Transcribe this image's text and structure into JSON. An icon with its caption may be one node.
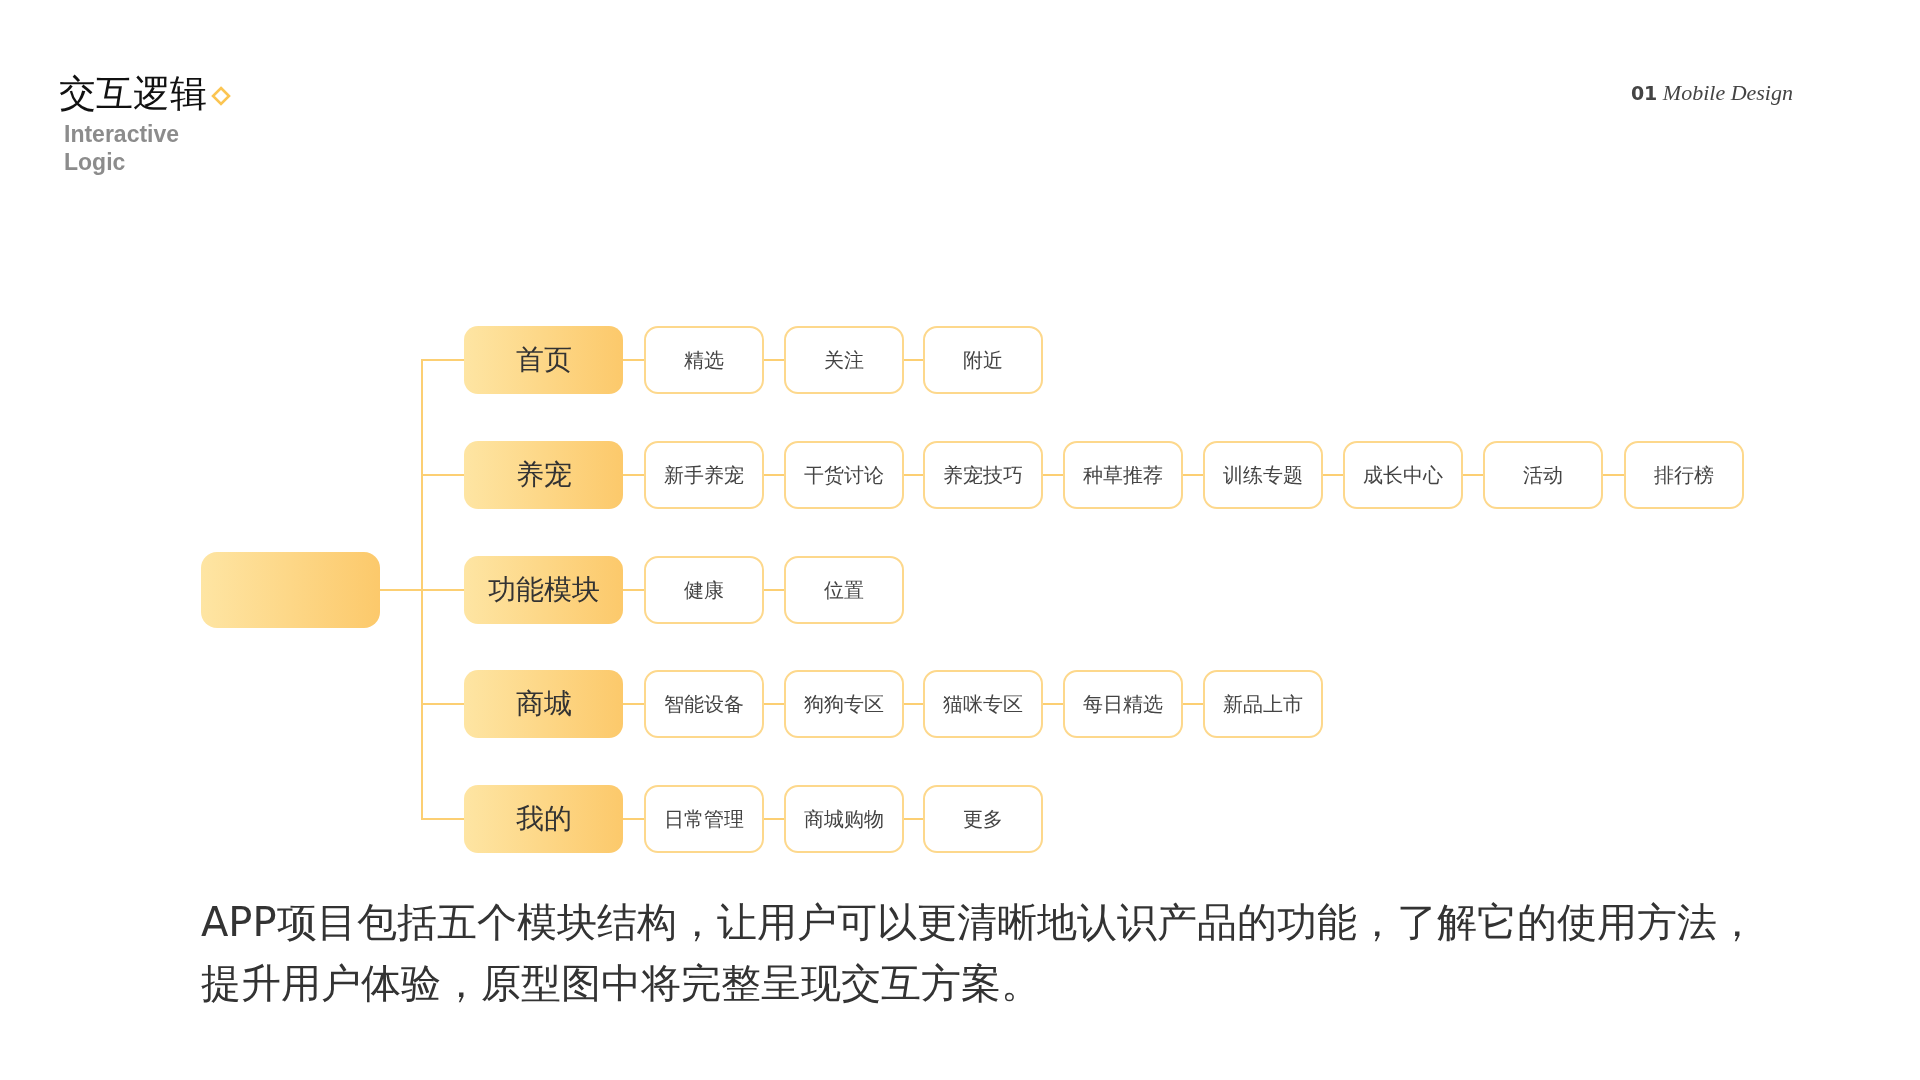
{
  "diagram": {
    "title": "交互逻辑",
    "nodes": [
      {
        "text": [],
        "shape": "box"
      },
      {
        "text": [
          "首页"
        ]
      },
      {
        "text": [
          "精选"
        ]
      },
      {
        "text": [
          "关注"
        ]
      },
      {
        "text": [
          "附近"
        ]
      },
      {
        "text": [
          "养宠"
        ]
      },
      {
        "text": [
          "新手养宠"
        ]
      },
      {
        "text": [
          "干货讨论"
        ]
      },
      {
        "text": [
          "养宠技巧"
        ]
      },
      {
        "text": [
          "种草推荐"
        ]
      },
      {
        "text": [
          "训练专题"
        ]
      },
      {
        "text": [
          "成长中心"
        ]
      },
      {
        "text": [
          "活动"
        ]
      },
      {
        "text": [
          "排行榜"
        ]
      },
      {
        "text": [
          "功能模块"
        ]
      },
      {
        "text": [
          "健康"
        ]
      },
      {
        "text": [
          "位置"
        ]
      },
      {
        "text": [
          "商城"
        ]
      },
      {
        "text": [
          "智能设备"
        ]
      },
      {
        "text": [
          "狗狗专区"
        ]
      },
      {
        "text": [
          "猫咪专区"
        ]
      },
      {
        "text": [
          "每日精选"
        ]
      },
      {
        "text": [
          "新品上市"
        ]
      },
      {
        "text": [
          "我的"
        ]
      },
      {
        "text": [
          "日常管理"
        ]
      },
      {
        "text": [
          "商城购物"
        ]
      },
      {
        "text": [
          "更多"
        ]
      }
    ],
    "edges": [
      {
        "from": 0,
        "to": 1,
        "arrow": "none"
      },
      {
        "from": 0,
        "to": 5,
        "arrow": "none"
      },
      {
        "from": 0,
        "to": 14,
        "arrow": "none"
      },
      {
        "from": 0,
        "to": 17,
        "arrow": "none"
      },
      {
        "from": 0,
        "to": 23,
        "arrow": "none"
      },
      {
        "from": 1,
        "to": 2,
        "arrow": "none"
      },
      {
        "from": 2,
        "to": 3,
        "arrow": "none"
      },
      {
        "from": 3,
        "to": 4,
        "arrow": "none"
      },
      {
        "from": 5,
        "to": 6,
        "arrow": "none"
      },
      {
        "from": 6,
        "to": 7,
        "arrow": "none"
      },
      {
        "from": 7,
        "to": 8,
        "arrow": "none"
      },
      {
        "from": 8,
        "to": 9,
        "arrow": "none"
      },
      {
        "from": 9,
        "to": 10,
        "arrow": "none"
      },
      {
        "from": 10,
        "to": 11,
        "arrow": "none"
      },
      {
        "from": 11,
        "to": 12,
        "arrow": "none"
      },
      {
        "from": 12,
        "to": 13,
        "arrow": "none"
      },
      {
        "from": 14,
        "to": 15,
        "arrow": "none"
      },
      {
        "from": 15,
        "to": 16,
        "arrow": "none"
      },
      {
        "from": 17,
        "to": 18,
        "arrow": "none"
      },
      {
        "from": 18,
        "to": 19,
        "arrow": "none"
      },
      {
        "from": 19,
        "to": 20,
        "arrow": "none"
      },
      {
        "from": 20,
        "to": 21,
        "arrow": "none"
      },
      {
        "from": 21,
        "to": 22,
        "arrow": "none"
      },
      {
        "from": 23,
        "to": 24,
        "arrow": "none"
      },
      {
        "from": 24,
        "to": 25,
        "arrow": "none"
      },
      {
        "from": 25,
        "to": 26,
        "arrow": "none"
      }
    ],
    "labels": [
      "Interactive Logic",
      "**01** Mobile Design"
    ],
    "caption": "APP项目包括五个模块结构，让用户可以更清晰地认识产品的功能，了解它的使用方法，提升用户体验，原型图中将完整呈现交互方案。"
  }
}
